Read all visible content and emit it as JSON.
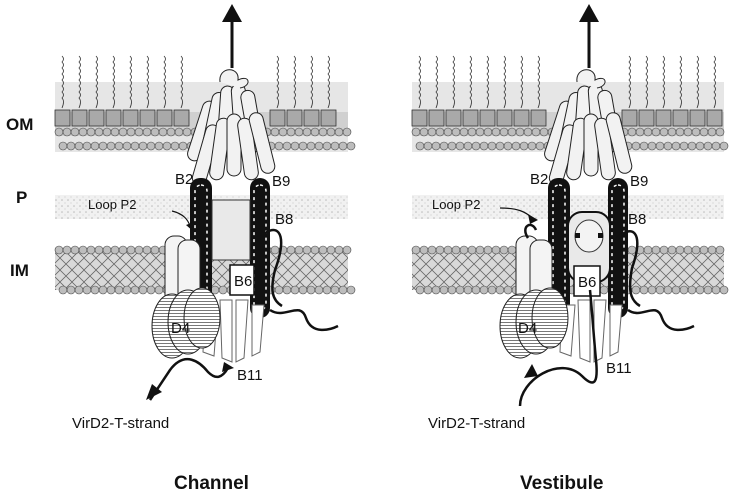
{
  "layers": {
    "om": "OM",
    "p": "P",
    "im": "IM"
  },
  "panels": [
    {
      "title": "Channel",
      "labels": {
        "b2": "B2",
        "b9": "B9",
        "b8": "B8",
        "loop": "Loop P2",
        "b6": "B6",
        "d4": "D4",
        "b11": "B11",
        "substrate": "VirD2-T-strand"
      }
    },
    {
      "title": "Vestibule",
      "labels": {
        "b2": "B2",
        "b9": "B9",
        "b8": "B8",
        "loop": "Loop P2",
        "b6": "B6",
        "d4": "D4",
        "b11": "B11",
        "substrate": "VirD2-T-strand"
      }
    }
  ],
  "colors": {
    "membrane_band": "#d9d9d9",
    "lipid_head": "#bdbdbd",
    "om_block": "#a9a9a9",
    "helix": "#f2f2f2",
    "dark_protein": "#111111"
  }
}
